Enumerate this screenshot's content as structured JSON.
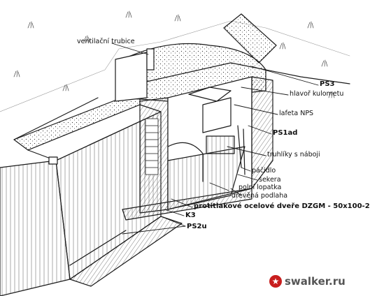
{
  "labels": {
    "ventilation_pipe": "ventilační trubice",
    "ps3": "PS3",
    "dome_cover": "hlavoř kulometu",
    "nps_mount": "lafeta NPS",
    "ps1ad": "PS1ad",
    "ammo_boxes": "truhlíky s náboji",
    "pick": "páčidlo",
    "axe": "sekera",
    "shovel": "polní lopatka",
    "wooden_floor": "dřevěná podlaha",
    "pressure_door": "protitlakové ocelové dveře DZGM - 50x100-2",
    "k3": "K3",
    "ps2u": "PS2u"
  },
  "watermark": {
    "text": "swalker.ru",
    "star_color": "#c81e1e"
  }
}
